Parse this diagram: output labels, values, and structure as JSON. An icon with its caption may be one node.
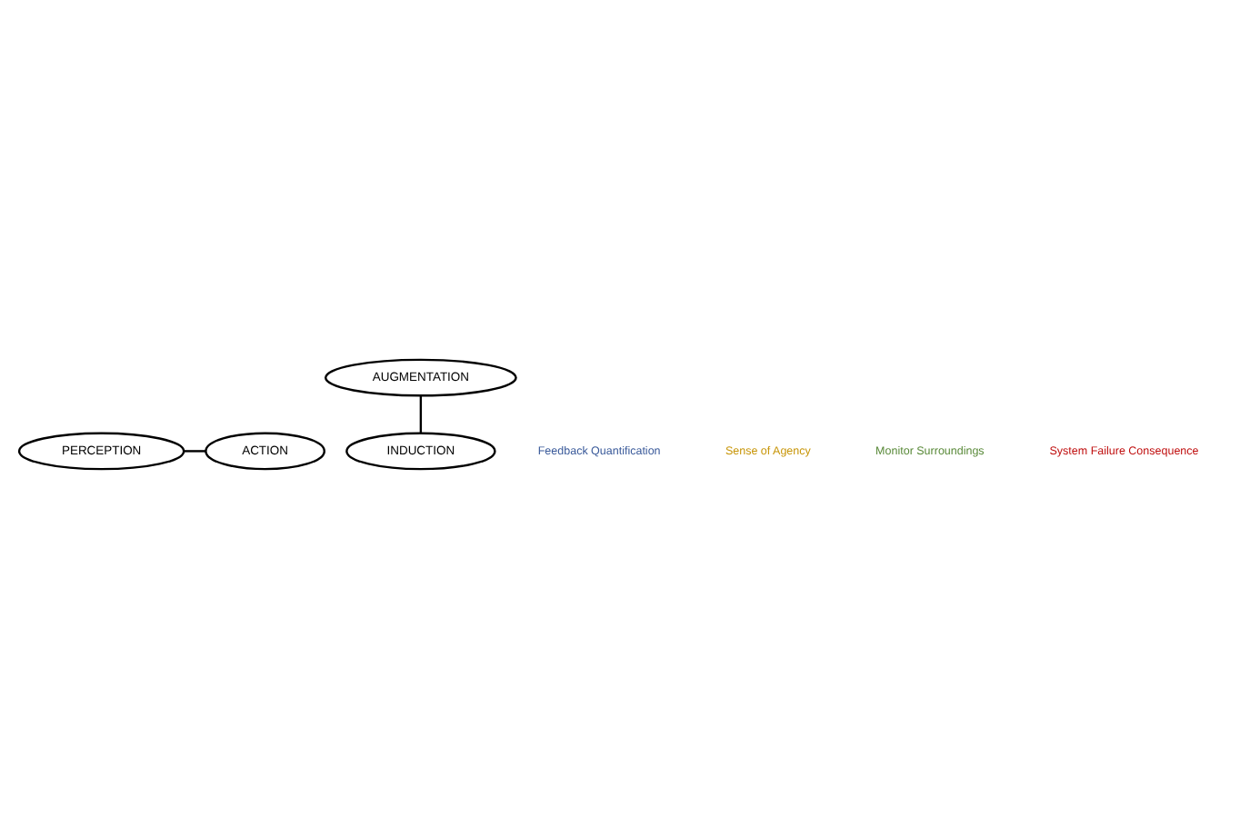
{
  "diagram": {
    "nodes": [
      {
        "text": [
          "AUGMENTATION"
        ]
      },
      {
        "text": [
          "PERCEPTION"
        ]
      },
      {
        "text": [
          "ACTION"
        ]
      },
      {
        "text": [
          "INDUCTION"
        ]
      }
    ],
    "edges": [
      {
        "from": 1,
        "to": 2,
        "arrow": "none"
      },
      {
        "from": 0,
        "to": 3,
        "arrow": "none"
      }
    ],
    "labels": [
      "Feedback Quantification",
      "Monitor Surroundings",
      "Sense of Agency",
      "System Failure Consequence"
    ]
  }
}
